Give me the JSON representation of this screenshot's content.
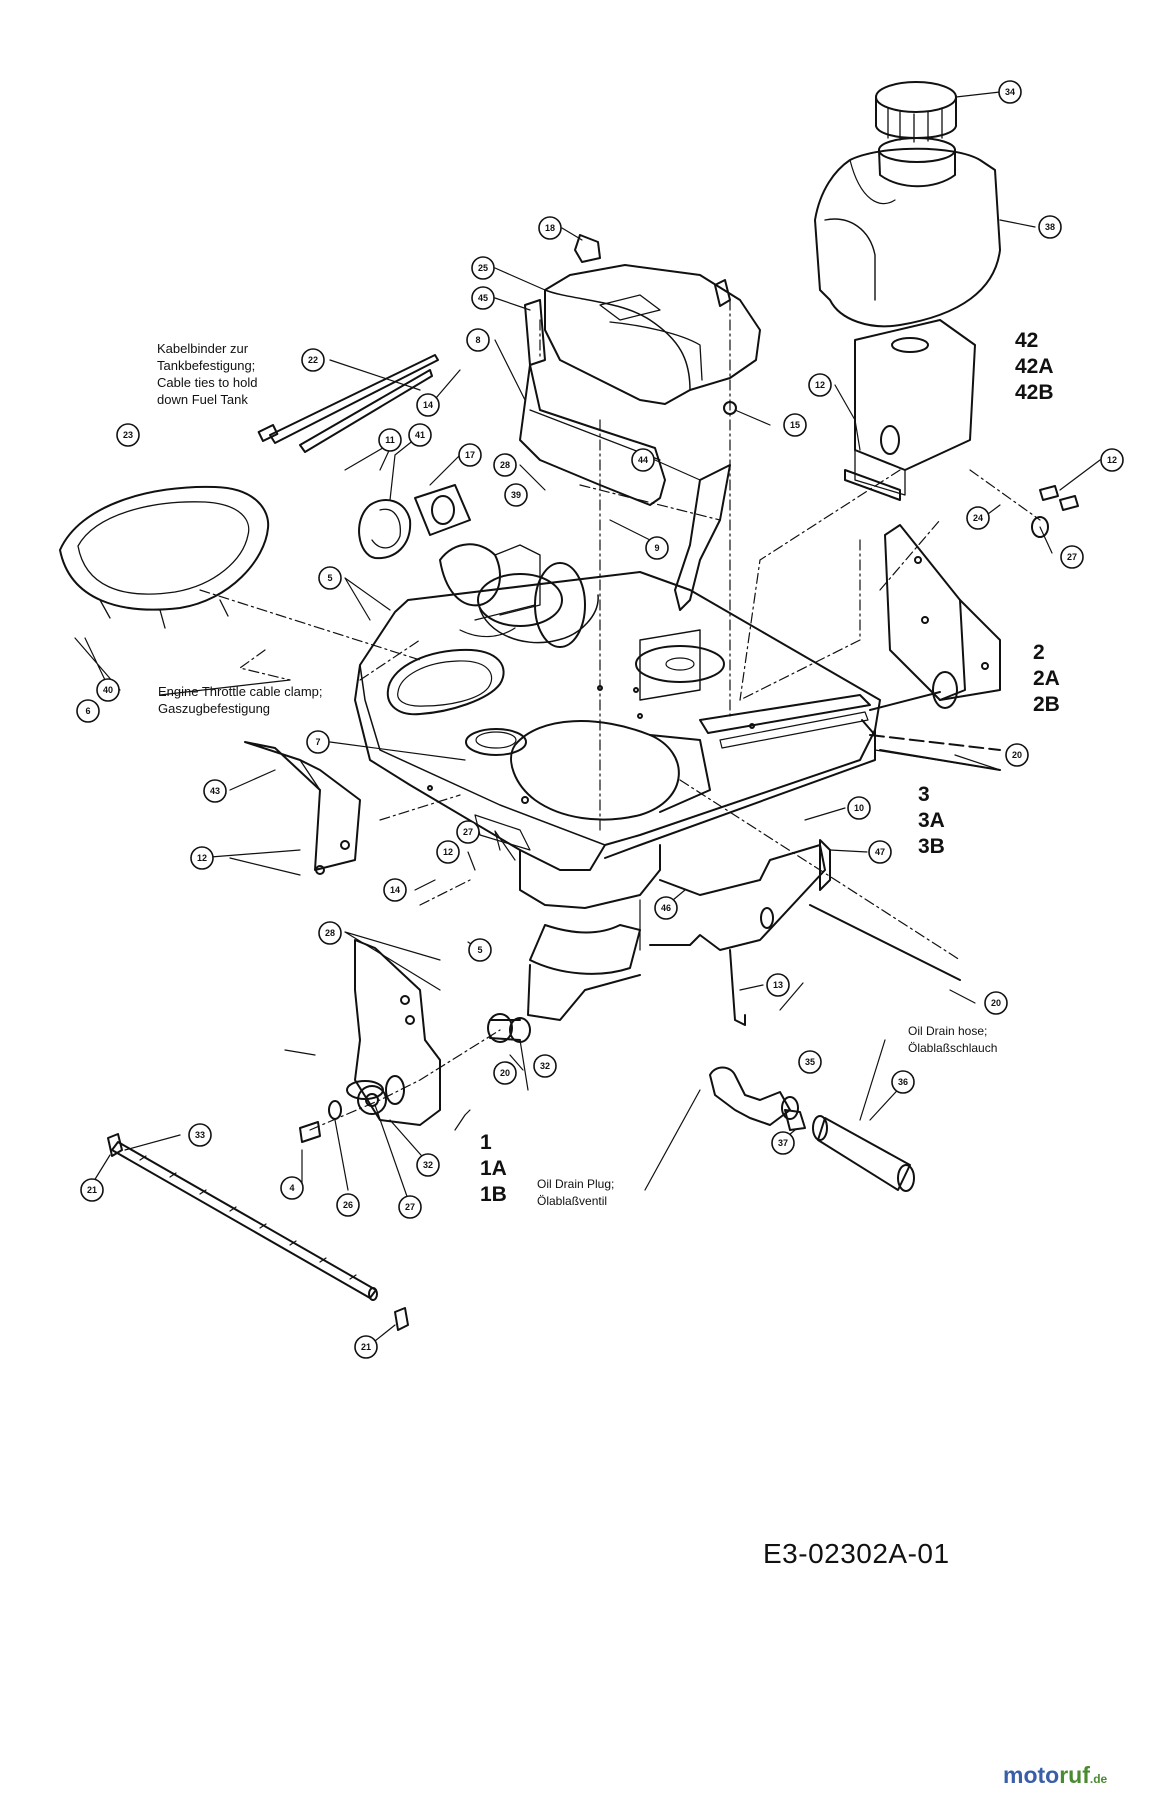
{
  "drawing_code": "E3-02302A-01",
  "watermark": {
    "name": "motoruf",
    "tld": ".de",
    "color_moto": "#3a5fa8",
    "color_ruf": "#4a8a30"
  },
  "notes": {
    "cable_ties": "Kabelbinder zur\nTankbefestigung;\nCable ties to hold\ndown Fuel Tank",
    "throttle_clamp": "Engine Throttle cable clamp;\nGaszugbefestigung",
    "oil_drain_hose": "Oil Drain hose;\nÖlablaßschlauch",
    "oil_drain_plug": "Oil Drain Plug;\nÖlablaßventil"
  },
  "variant_labels": {
    "part_42": "42\n42A\n42B",
    "part_2": "2\n2A\n2B",
    "part_3": "3\n3A\n3B",
    "part_1": "1\n1A\n1B"
  },
  "callouts": [
    "34",
    "38",
    "18",
    "25",
    "45",
    "8",
    "22",
    "14",
    "15",
    "12",
    "23",
    "11",
    "41",
    "17",
    "28",
    "39",
    "44",
    "9",
    "24",
    "12",
    "27",
    "5",
    "40",
    "6",
    "7",
    "20",
    "43",
    "12",
    "27",
    "12",
    "14",
    "10",
    "47",
    "46",
    "28",
    "5",
    "13",
    "20",
    "32",
    "35",
    "36",
    "37",
    "33",
    "21",
    "4",
    "26",
    "27",
    "32",
    "21",
    "20",
    "12"
  ]
}
